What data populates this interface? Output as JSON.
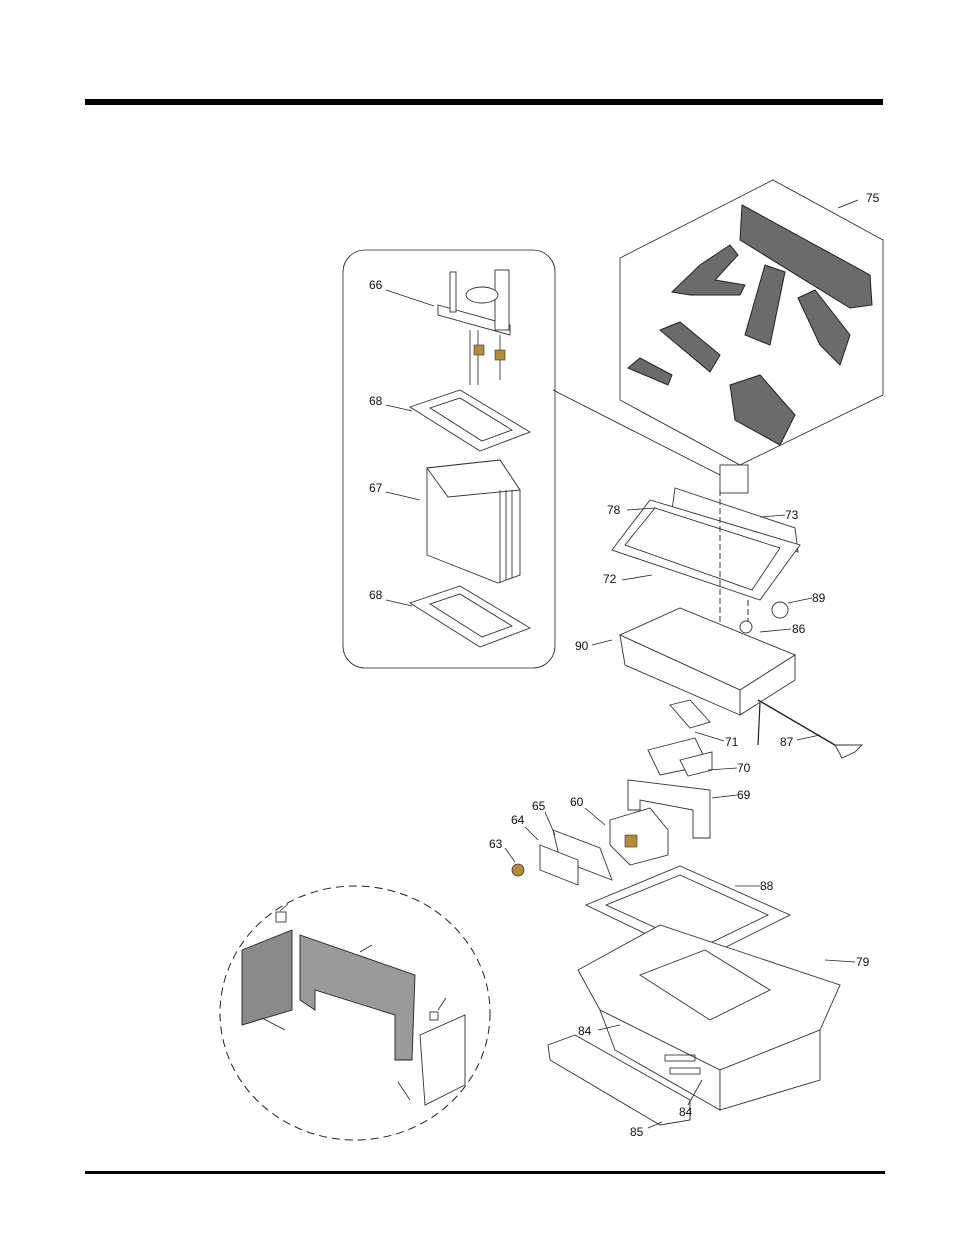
{
  "callouts": [
    {
      "id": "66",
      "label": "66"
    },
    {
      "id": "68a",
      "label": "68"
    },
    {
      "id": "67",
      "label": "67"
    },
    {
      "id": "68b",
      "label": "68"
    },
    {
      "id": "75",
      "label": "75"
    },
    {
      "id": "78",
      "label": "78"
    },
    {
      "id": "73",
      "label": "73"
    },
    {
      "id": "72",
      "label": "72"
    },
    {
      "id": "89",
      "label": "89"
    },
    {
      "id": "86",
      "label": "86"
    },
    {
      "id": "90",
      "label": "90"
    },
    {
      "id": "71",
      "label": "71"
    },
    {
      "id": "87",
      "label": "87"
    },
    {
      "id": "70",
      "label": "70"
    },
    {
      "id": "69",
      "label": "69"
    },
    {
      "id": "60",
      "label": "60"
    },
    {
      "id": "65",
      "label": "65"
    },
    {
      "id": "64",
      "label": "64"
    },
    {
      "id": "63",
      "label": "63"
    },
    {
      "id": "88",
      "label": "88"
    },
    {
      "id": "79",
      "label": "79"
    },
    {
      "id": "84a",
      "label": "84"
    },
    {
      "id": "84b",
      "label": "84"
    },
    {
      "id": "85",
      "label": "85"
    }
  ],
  "colors": {
    "ink": "#222222",
    "log_fill": "#6b6b6b",
    "rule": "#000000"
  }
}
